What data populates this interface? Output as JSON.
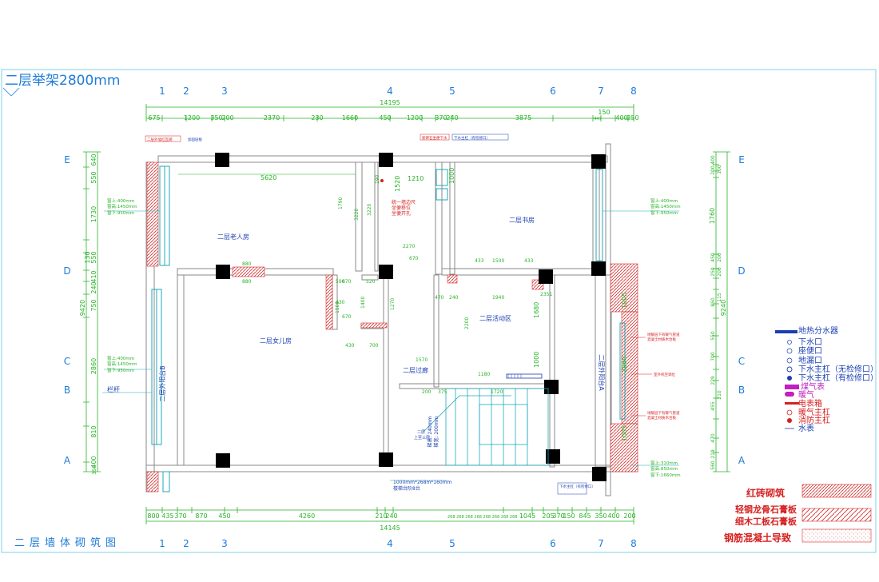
{
  "title": "二层举架2800mm",
  "drawing_name": "二层墙体砌筑图",
  "axes": {
    "numbers": [
      "1",
      "2",
      "3",
      "4",
      "5",
      "6",
      "7",
      "8"
    ],
    "letters": [
      "E",
      "D",
      "C",
      "B",
      "A"
    ]
  },
  "dims": {
    "top_total": "14195",
    "top_segments": [
      "675",
      "1200",
      "350",
      "200",
      "2370",
      "230",
      "1660",
      "450",
      "1200",
      "370",
      "240",
      "3875",
      "150",
      "447",
      "400",
      "250"
    ],
    "bottom_total": "14145",
    "bottom_segments": [
      "800",
      "435",
      "370",
      "870",
      "450",
      "4260",
      "210",
      "240",
      "1045",
      "205",
      "370",
      "150",
      "845",
      "350",
      "400",
      "200"
    ],
    "left_total": "9420",
    "left_segments": [
      "640",
      "550",
      "1730",
      "130",
      "550",
      "410",
      "240",
      "750",
      "2860",
      "810",
      "400",
      "350"
    ],
    "right_total": "9240",
    "right_segments": [
      "400",
      "200",
      "100",
      "1760",
      "450",
      "200",
      "250",
      "200",
      "850",
      "115",
      "550",
      "700",
      "229",
      "210",
      "455",
      "470",
      "219",
      "560"
    ]
  },
  "rooms": [
    "二层老人房",
    "二层女儿房",
    "二层书房",
    "二层活动区",
    "二层过廊",
    "二层外阳台B",
    "二层外阳台A"
  ],
  "annotations": {
    "window_a": [
      "窗上:400mm",
      "窗高:1450mm",
      "窗下:950mm"
    ],
    "window_b": [
      "窗上:400mm",
      "窗高:1450mm",
      "窗下:950mm"
    ],
    "window_c": [
      "窗上:400mm",
      "窗高:1450mm",
      "窗下:950mm"
    ],
    "window_d": [
      "窗上:310mm",
      "窗高:850mm",
      "窗下:1660mm"
    ],
    "railing": "栏杆",
    "stair_note_1": "1000mm*268m*160mm",
    "stair_note_2": "楼梯台阶8台",
    "stair_vert_1": "梯高: 240mm",
    "stair_vert_2": "梯宽: 200mm",
    "red_note": [
      "统一墙边尺",
      "坐便移位",
      "坐便开孔"
    ],
    "inner_dims": [
      "5620",
      "1210",
      "1520",
      "1000",
      "3220",
      "2270",
      "1500",
      "1940",
      "1680",
      "1000",
      "1180",
      "1570",
      "2860",
      "1005",
      "1005",
      "1720",
      "880",
      "880",
      "670",
      "520",
      "120",
      "190",
      "270",
      "433",
      "433",
      "470",
      "240",
      "200",
      "350",
      "2200"
    ],
    "top_notes": [
      "二层外墙红瓦砌",
      "加固层板",
      "新砖石坐便下水",
      "下水主杠（有检修口）"
    ],
    "side_notes": [
      "地暖层下有暖气管道",
      "混凝土材质木合板",
      "室外机空调位"
    ],
    "bottom_note": "下水主杠（有检修口）",
    "stair_up": "上至三层",
    "stair_floor": "二层"
  },
  "legend": [
    {
      "label": "地热分水器",
      "color": "#1a3fb0"
    },
    {
      "label": "下水口",
      "color": "#1a3fb0"
    },
    {
      "label": "座便口",
      "color": "#1a3fb0"
    },
    {
      "label": "地漏口",
      "color": "#1a3fb0"
    },
    {
      "label": "下水主杠（无检修口）",
      "color": "#1a3fb0"
    },
    {
      "label": "下水主杠（有检修口）",
      "color": "#1a3fb0"
    },
    {
      "label": "煤气表",
      "color": "#c020c0"
    },
    {
      "label": "暖气",
      "color": "#c020c0"
    },
    {
      "label": "电表箱",
      "color": "#d62020"
    },
    {
      "label": "暖气主杠",
      "color": "#d62020"
    },
    {
      "label": "消防主杠",
      "color": "#d62020"
    },
    {
      "label": "水表",
      "color": "#1a3fb0"
    }
  ],
  "materials": [
    {
      "label": "红砖砌筑"
    },
    {
      "label": "轻钢龙骨石膏板"
    },
    {
      "label": "细木工板石膏板"
    },
    {
      "label": "钢筋混凝土导致"
    }
  ],
  "colors": {
    "dim": "#27b327",
    "axis": "#1e7bd8",
    "wall": "#8a8a8a",
    "brick": "#d43030",
    "room": "#1a3fb0",
    "note": "#d62020"
  }
}
